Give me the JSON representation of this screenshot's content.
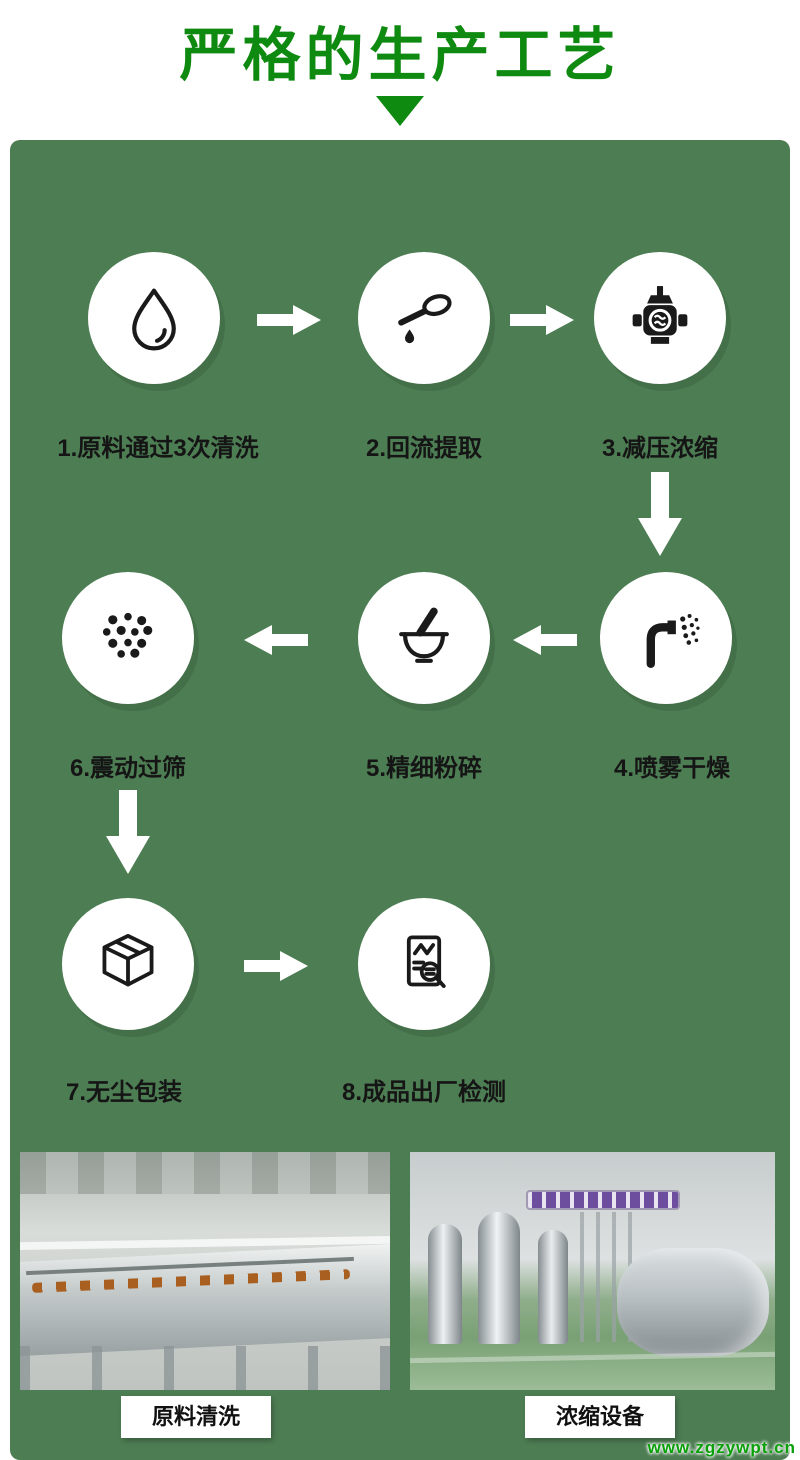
{
  "header": {
    "title": "严格的生产工艺"
  },
  "colors": {
    "panel_green": "#4d7d53",
    "title_green": "#0f8a10",
    "watermark_green": "#0aa00a",
    "ink": "#151515"
  },
  "steps": [
    {
      "label": "1.原料通过3次清洗",
      "icon": "water-drop-icon"
    },
    {
      "label": "2.回流提取",
      "icon": "spoon-drop-icon"
    },
    {
      "label": "3.减压浓缩",
      "icon": "pressure-valve-icon"
    },
    {
      "label": "4.喷雾干燥",
      "icon": "spray-nozzle-icon"
    },
    {
      "label": "5.精细粉碎",
      "icon": "mortar-pestle-icon"
    },
    {
      "label": "6.震动过筛",
      "icon": "particles-icon"
    },
    {
      "label": "7.无尘包装",
      "icon": "package-box-icon"
    },
    {
      "label": "8.成品出厂检测",
      "icon": "inspection-document-icon"
    }
  ],
  "photos": [
    {
      "caption": "原料清洗"
    },
    {
      "caption": "浓缩设备"
    }
  ],
  "watermark": "www.zgzywpt.cn"
}
